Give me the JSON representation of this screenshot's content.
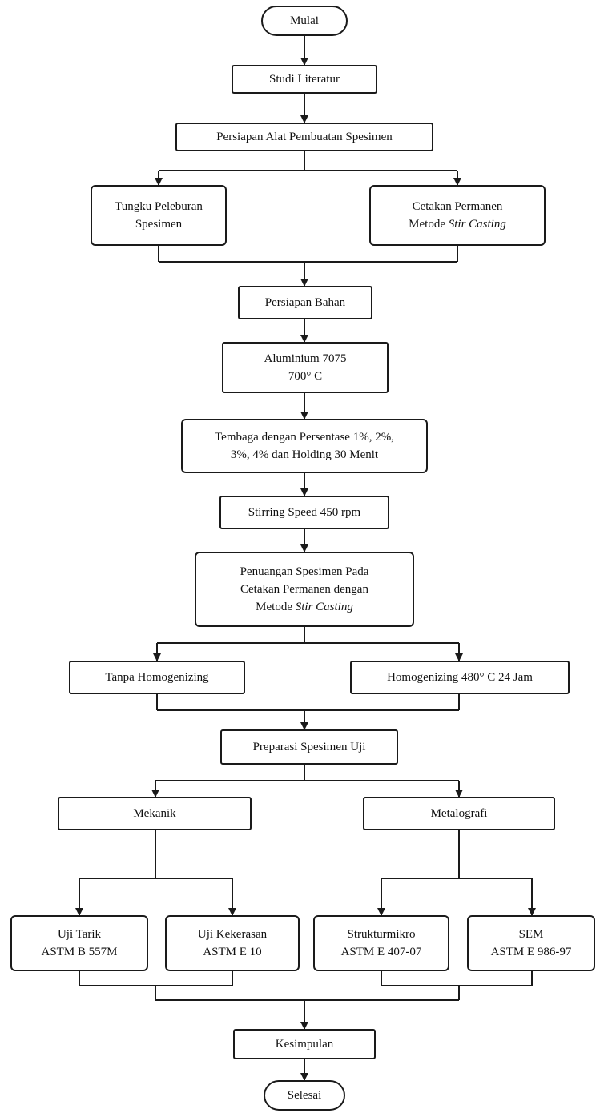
{
  "flowchart": {
    "start": "Mulai",
    "studi_literatur": "Studi Literatur",
    "persiapan_alat": "Persiapan Alat Pembuatan Spesimen",
    "tungku": {
      "line1": "Tungku Peleburan",
      "line2": "Spesimen"
    },
    "cetakan": {
      "line1": "Cetakan Permanen",
      "line2_prefix": "Metode ",
      "line2_italic": "Stir Casting"
    },
    "persiapan_bahan": "Persiapan Bahan",
    "aluminium": {
      "line1": "Aluminium 7075",
      "line2": "700° C"
    },
    "tembaga": {
      "line1": "Tembaga dengan Persentase 1%, 2%,",
      "line2": "3%, 4% dan Holding 30 Menit"
    },
    "stirring": "Stirring Speed 450 rpm",
    "penuangan": {
      "line1": "Penuangan Spesimen Pada",
      "line2": "Cetakan Permanen dengan",
      "line3_prefix": "Metode ",
      "line3_italic": "Stir Casting"
    },
    "tanpa_homogenizing": "Tanpa Homogenizing",
    "homogenizing": "Homogenizing 480° C 24 Jam",
    "preparasi": "Preparasi Spesimen Uji",
    "mekanik": "Mekanik",
    "metalografi": "Metalografi",
    "uji_tarik": {
      "line1": "Uji Tarik",
      "line2": "ASTM B 557M"
    },
    "uji_kekerasan": {
      "line1": "Uji Kekerasan",
      "line2": "ASTM E 10"
    },
    "strukturmikro": {
      "line1": "Strukturmikro",
      "line2": "ASTM E 407-07"
    },
    "sem": {
      "line1": "SEM",
      "line2": "ASTM E 986-97"
    },
    "kesimpulan": "Kesimpulan",
    "end": "Selesai"
  },
  "colors": {
    "stroke": "#1a1a1a",
    "text": "#111111",
    "background": "#ffffff"
  }
}
